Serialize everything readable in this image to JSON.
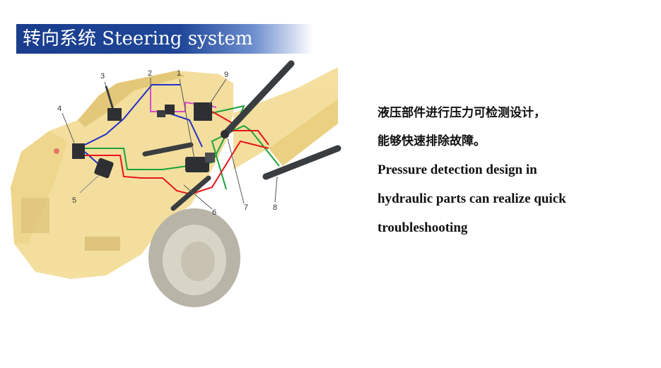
{
  "header": {
    "title": "转向系统 Steering system"
  },
  "diagram": {
    "callouts": [
      "1",
      "2",
      "3",
      "4",
      "5",
      "6",
      "7",
      "8",
      "9"
    ],
    "colors": {
      "body": "#f2d98e",
      "body_dark": "#e0bf62",
      "tire": "#c9c9c3",
      "cylinder": "#3a3d40",
      "line_red": "#e8141c",
      "line_green": "#1ca33a",
      "line_blue": "#2230c8",
      "line_pink": "#d64cc8"
    }
  },
  "description": {
    "cn_lines": [
      "液压部件进行压力可检测设计，",
      "能够快速排除故障。"
    ],
    "en_lines": [
      "Pressure detection design in",
      "hydraulic parts can realize quick",
      "troubleshooting"
    ]
  }
}
